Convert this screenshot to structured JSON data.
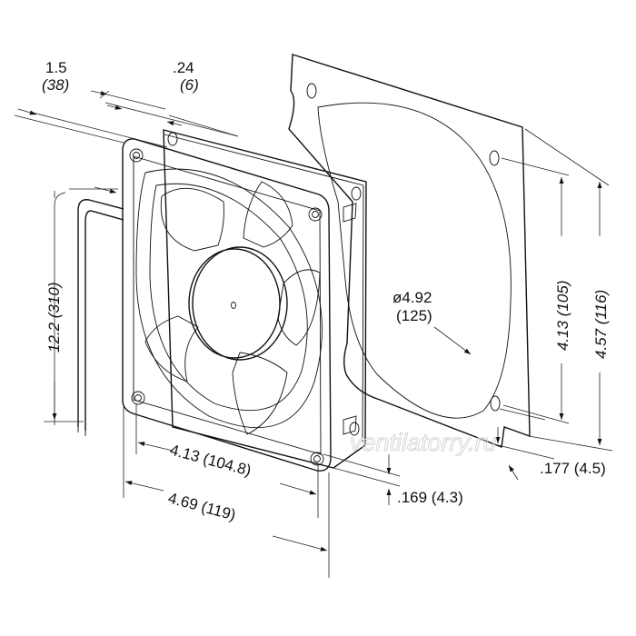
{
  "dimensions": {
    "depth": {
      "in": "1.5",
      "mm": "(38)"
    },
    "flange": {
      "in": ".24",
      "mm": "(6)"
    },
    "cable_length": {
      "text": "12.2 (310)"
    },
    "hole_pitch": {
      "text": "4.13 (104.8)"
    },
    "fan_width": {
      "text": "4.69 (119)"
    },
    "hole_dia": {
      "text": ".169 (4.3)"
    },
    "gasket_hole_dia": {
      "text": ".177 (4.5)"
    },
    "gasket_pitch": {
      "text": "4.13 (105)"
    },
    "gasket_width": {
      "text": "4.57 (116)"
    },
    "opening": {
      "in": "ø4.92",
      "mm": "(125)"
    }
  },
  "watermark": "ventilatorry.ru",
  "colors": {
    "line": "#111111",
    "blade": "#ececec",
    "frame": "#fafafa",
    "shade": "#d9d9d9"
  }
}
